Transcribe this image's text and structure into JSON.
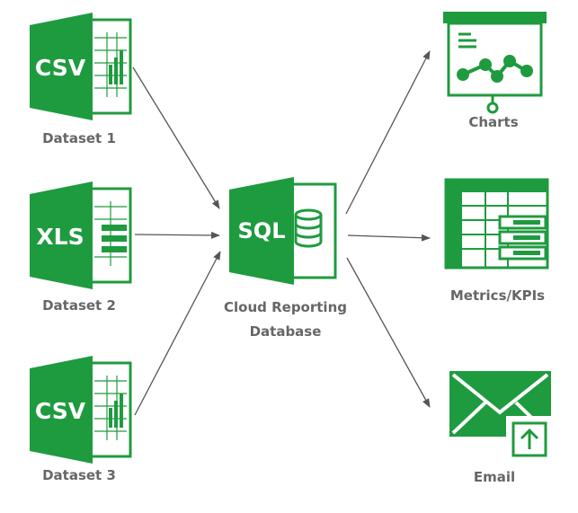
{
  "colors": {
    "green": "#1f9b3f",
    "dark_green": "#177a31",
    "arrow": "#555555",
    "label": "#666666"
  },
  "sources": [
    {
      "badge": "CSV",
      "label": "Dataset 1",
      "icon": "csv-file-icon"
    },
    {
      "badge": "XLS",
      "label": "Dataset 2",
      "icon": "xls-file-icon"
    },
    {
      "badge": "CSV",
      "label": "Dataset 3",
      "icon": "csv-file-icon"
    }
  ],
  "hub": {
    "badge": "SQL",
    "label_line1": "Cloud Reporting",
    "label_line2": "Database",
    "icon": "sql-database-icon"
  },
  "outputs": [
    {
      "label": "Charts",
      "icon": "chart-presentation-icon"
    },
    {
      "label": "Metrics/KPIs",
      "icon": "metrics-table-icon"
    },
    {
      "label": "Email",
      "icon": "email-icon"
    }
  ]
}
